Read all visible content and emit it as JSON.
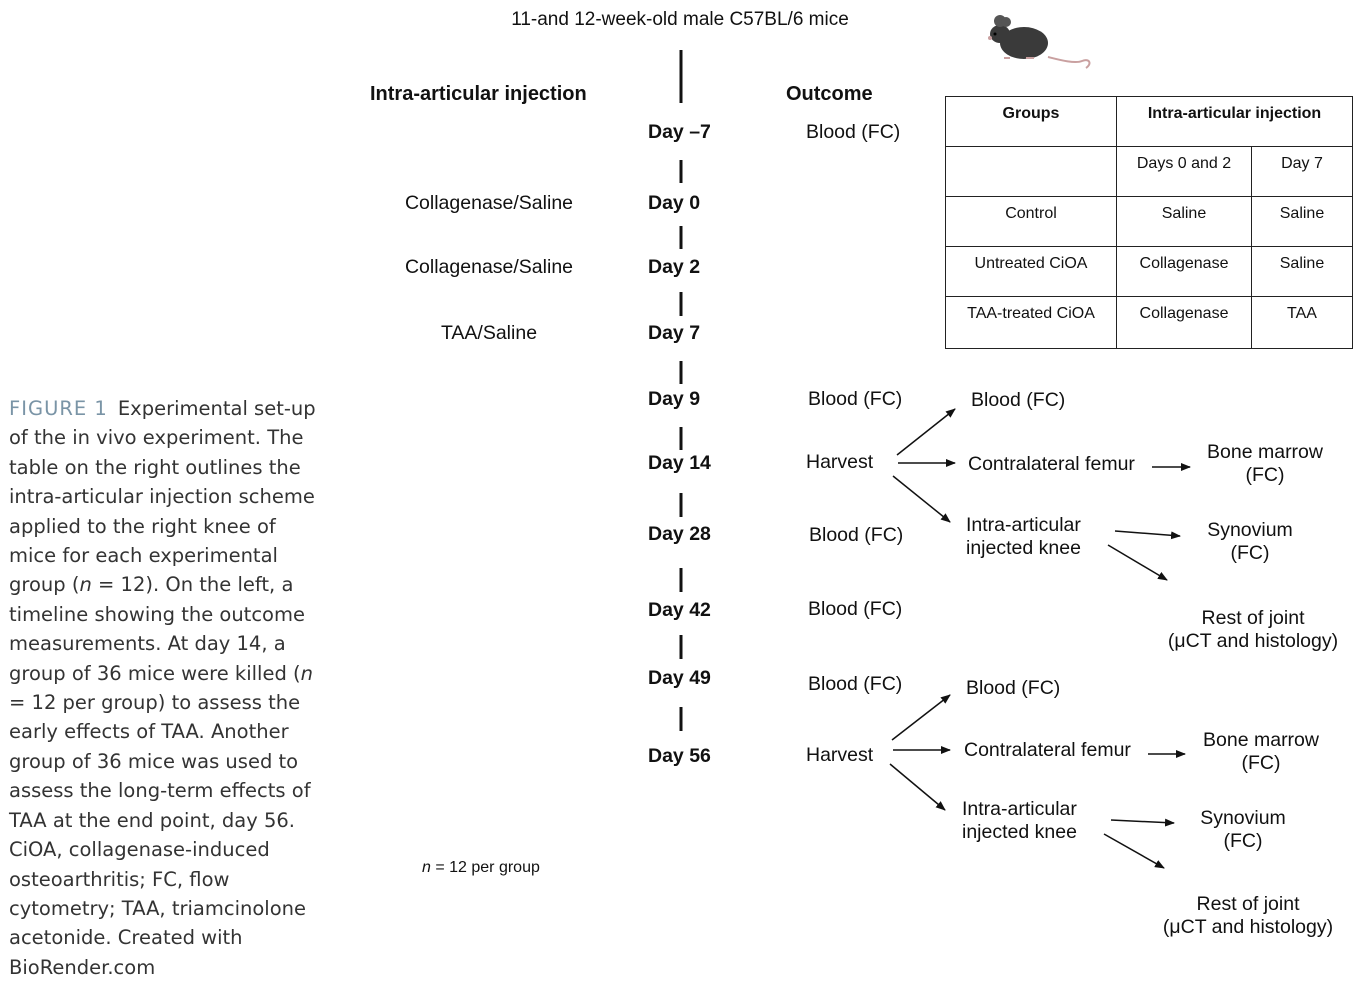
{
  "figure": {
    "label": "FIGURE 1",
    "caption_a": "Experimental set-up of the in vivo experiment. The table on the right outlines the intra-articular injection scheme applied to the right knee of mice for each experimental group (",
    "caption_n1": "n",
    "caption_b": " = 12). On the left, a timeline showing the outcome measurements. At day 14, a group of 36 mice were killed (",
    "caption_n2": "n",
    "caption_c": " = 12 per group) to assess the early effects of TAA. Another group of 36 mice was used to assess the long-term effects of TAA at the end point, day 56. CiOA, collagenase-induced osteoarthritis; FC, flow cytometry; TAA, triamcinolone acetonide. Created with BioRender.com"
  },
  "diagram": {
    "title": "11-and 12-week-old male C57BL/6 mice",
    "injection_header": "Intra-articular injection",
    "outcome_header": "Outcome",
    "timeline": [
      {
        "day": "Day –7",
        "injection": "",
        "outcome": "Blood (FC)"
      },
      {
        "day": "Day 0",
        "injection": "Collagenase/Saline",
        "outcome": ""
      },
      {
        "day": "Day 2",
        "injection": "Collagenase/Saline",
        "outcome": ""
      },
      {
        "day": "Day 7",
        "injection": "TAA/Saline",
        "outcome": ""
      },
      {
        "day": "Day 9",
        "injection": "",
        "outcome": "Blood (FC)"
      },
      {
        "day": "Day 14",
        "injection": "",
        "outcome": "Harvest"
      },
      {
        "day": "Day 28",
        "injection": "",
        "outcome": "Blood (FC)"
      },
      {
        "day": "Day 42",
        "injection": "",
        "outcome": "Blood (FC)"
      },
      {
        "day": "Day 49",
        "injection": "",
        "outcome": "Blood (FC)"
      },
      {
        "day": "Day 56",
        "injection": "",
        "outcome": "Harvest"
      }
    ],
    "harvest_day14": {
      "blood": "Blood (FC)",
      "femur": "Contralateral femur",
      "marrow_1": "Bone marrow",
      "marrow_2": "(FC)",
      "knee_1": "Intra-articular",
      "knee_2": "injected knee",
      "synovium_1": "Synovium",
      "synovium_2": "(FC)",
      "rest_1": "Rest of joint",
      "rest_2": "(μCT and histology)"
    },
    "harvest_day56": {
      "blood": "Blood (FC)",
      "femur": "Contralateral femur",
      "marrow_1": "Bone marrow",
      "marrow_2": "(FC)",
      "knee_1": "Intra-articular",
      "knee_2": "injected knee",
      "synovium_1": "Synovium",
      "synovium_2": "(FC)",
      "rest_1": "Rest of joint",
      "rest_2": "(μCT and histology)"
    },
    "note_n": "n",
    "note_rest": " = 12 per group"
  },
  "table": {
    "header": {
      "groups": "Groups",
      "injection": "Intra-articular injection"
    },
    "subheader": {
      "groups": "",
      "days_0_2": "Days 0 and 2",
      "day_7": "Day 7"
    },
    "rows": [
      {
        "group": "Control",
        "days_0_2": "Saline",
        "day_7": "Saline"
      },
      {
        "group": "Untreated CiOA",
        "days_0_2": "Collagenase",
        "day_7": "Saline"
      },
      {
        "group": "TAA-treated CiOA",
        "days_0_2": "Collagenase",
        "day_7": "TAA"
      }
    ]
  },
  "colors": {
    "caption_label": "#7a94a6",
    "mouse": "#3a3a3a",
    "tail": "#c9a0a0"
  },
  "icons": [
    "mouse-icon"
  ]
}
